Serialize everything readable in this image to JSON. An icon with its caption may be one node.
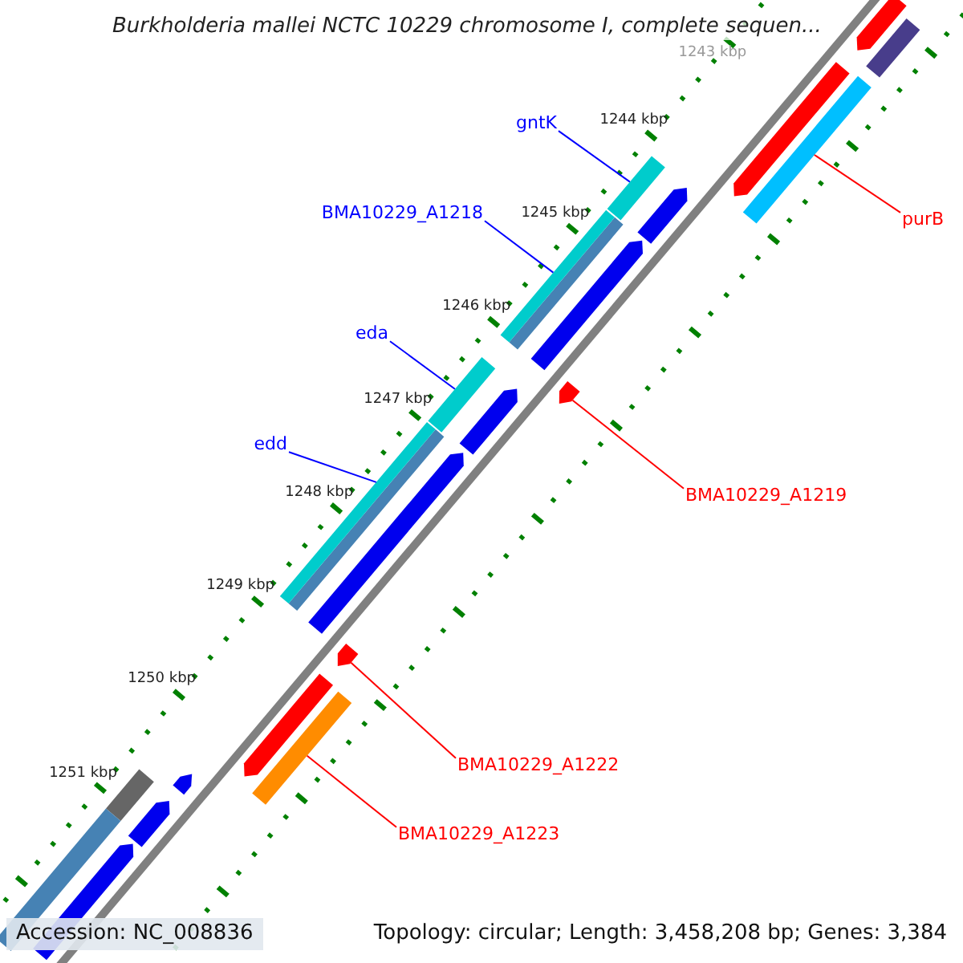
{
  "diagram": {
    "title": "Burkholderia mallei NCTC 10229 chromosome I, complete sequen...",
    "nodes": [
      {
        "text": [
          "gntK"
        ]
      },
      {
        "text": [],
        "shape": "bar"
      },
      {
        "text": [
          "BMA10229_A1218"
        ]
      },
      {
        "text": [],
        "shape": "bar"
      },
      {
        "text": [
          "purB"
        ]
      },
      {
        "text": [],
        "shape": "bar"
      },
      {
        "text": [
          "eda"
        ]
      },
      {
        "text": [],
        "shape": "bar"
      },
      {
        "text": [
          "edd"
        ]
      },
      {
        "text": [],
        "shape": "bar"
      },
      {
        "text": [
          "BMA10229_A1219"
        ]
      },
      {
        "text": [],
        "shape": "bar"
      },
      {
        "text": [
          "BMA10229_A1222"
        ]
      },
      {
        "text": [],
        "shape": "bar"
      },
      {
        "text": [
          "BMA10229_A1223"
        ]
      },
      {
        "text": [],
        "shape": "bar"
      },
      {
        "text": [],
        "shape": "bar"
      },
      {
        "text": [],
        "shape": "bar"
      },
      {
        "text": [],
        "shape": "bar"
      },
      {
        "text": [],
        "shape": "bar"
      },
      {
        "text": [],
        "shape": "bar"
      },
      {
        "text": [],
        "shape": "bar"
      },
      {
        "text": [],
        "shape": "bar"
      },
      {
        "text": [],
        "shape": "bar"
      },
      {
        "text": [],
        "shape": "bar"
      },
      {
        "text": [],
        "shape": "bar"
      },
      {
        "text": [],
        "shape": "bar"
      },
      {
        "text": [],
        "shape": "bar"
      },
      {
        "text": [],
        "shape": "bar"
      }
    ],
    "edges": [
      {
        "from": 0,
        "to": 1,
        "arrow": "none"
      },
      {
        "from": 2,
        "to": 3,
        "arrow": "none"
      },
      {
        "from": 4,
        "to": 5,
        "arrow": "none",
        "color": "#ff0000"
      },
      {
        "from": 6,
        "to": 7,
        "arrow": "none"
      },
      {
        "from": 8,
        "to": 9,
        "arrow": "none"
      },
      {
        "from": 10,
        "to": 11,
        "arrow": "none",
        "color": "#ff0000"
      },
      {
        "from": 12,
        "to": 13,
        "arrow": "none",
        "color": "#ff0000"
      },
      {
        "from": 14,
        "to": 15,
        "arrow": "none",
        "color": "#ff0000"
      }
    ],
    "labels": [
      "1243 kbp",
      "1244 kbp",
      "1245 kbp",
      "1246 kbp",
      "1247 kbp",
      "1248 kbp",
      "1249 kbp",
      "1250 kbp",
      "1251 kbp",
      "Accession: NC_008836",
      "Topology: circular; Length: 3,458,208 bp; Genes: 3,384"
    ]
  }
}
